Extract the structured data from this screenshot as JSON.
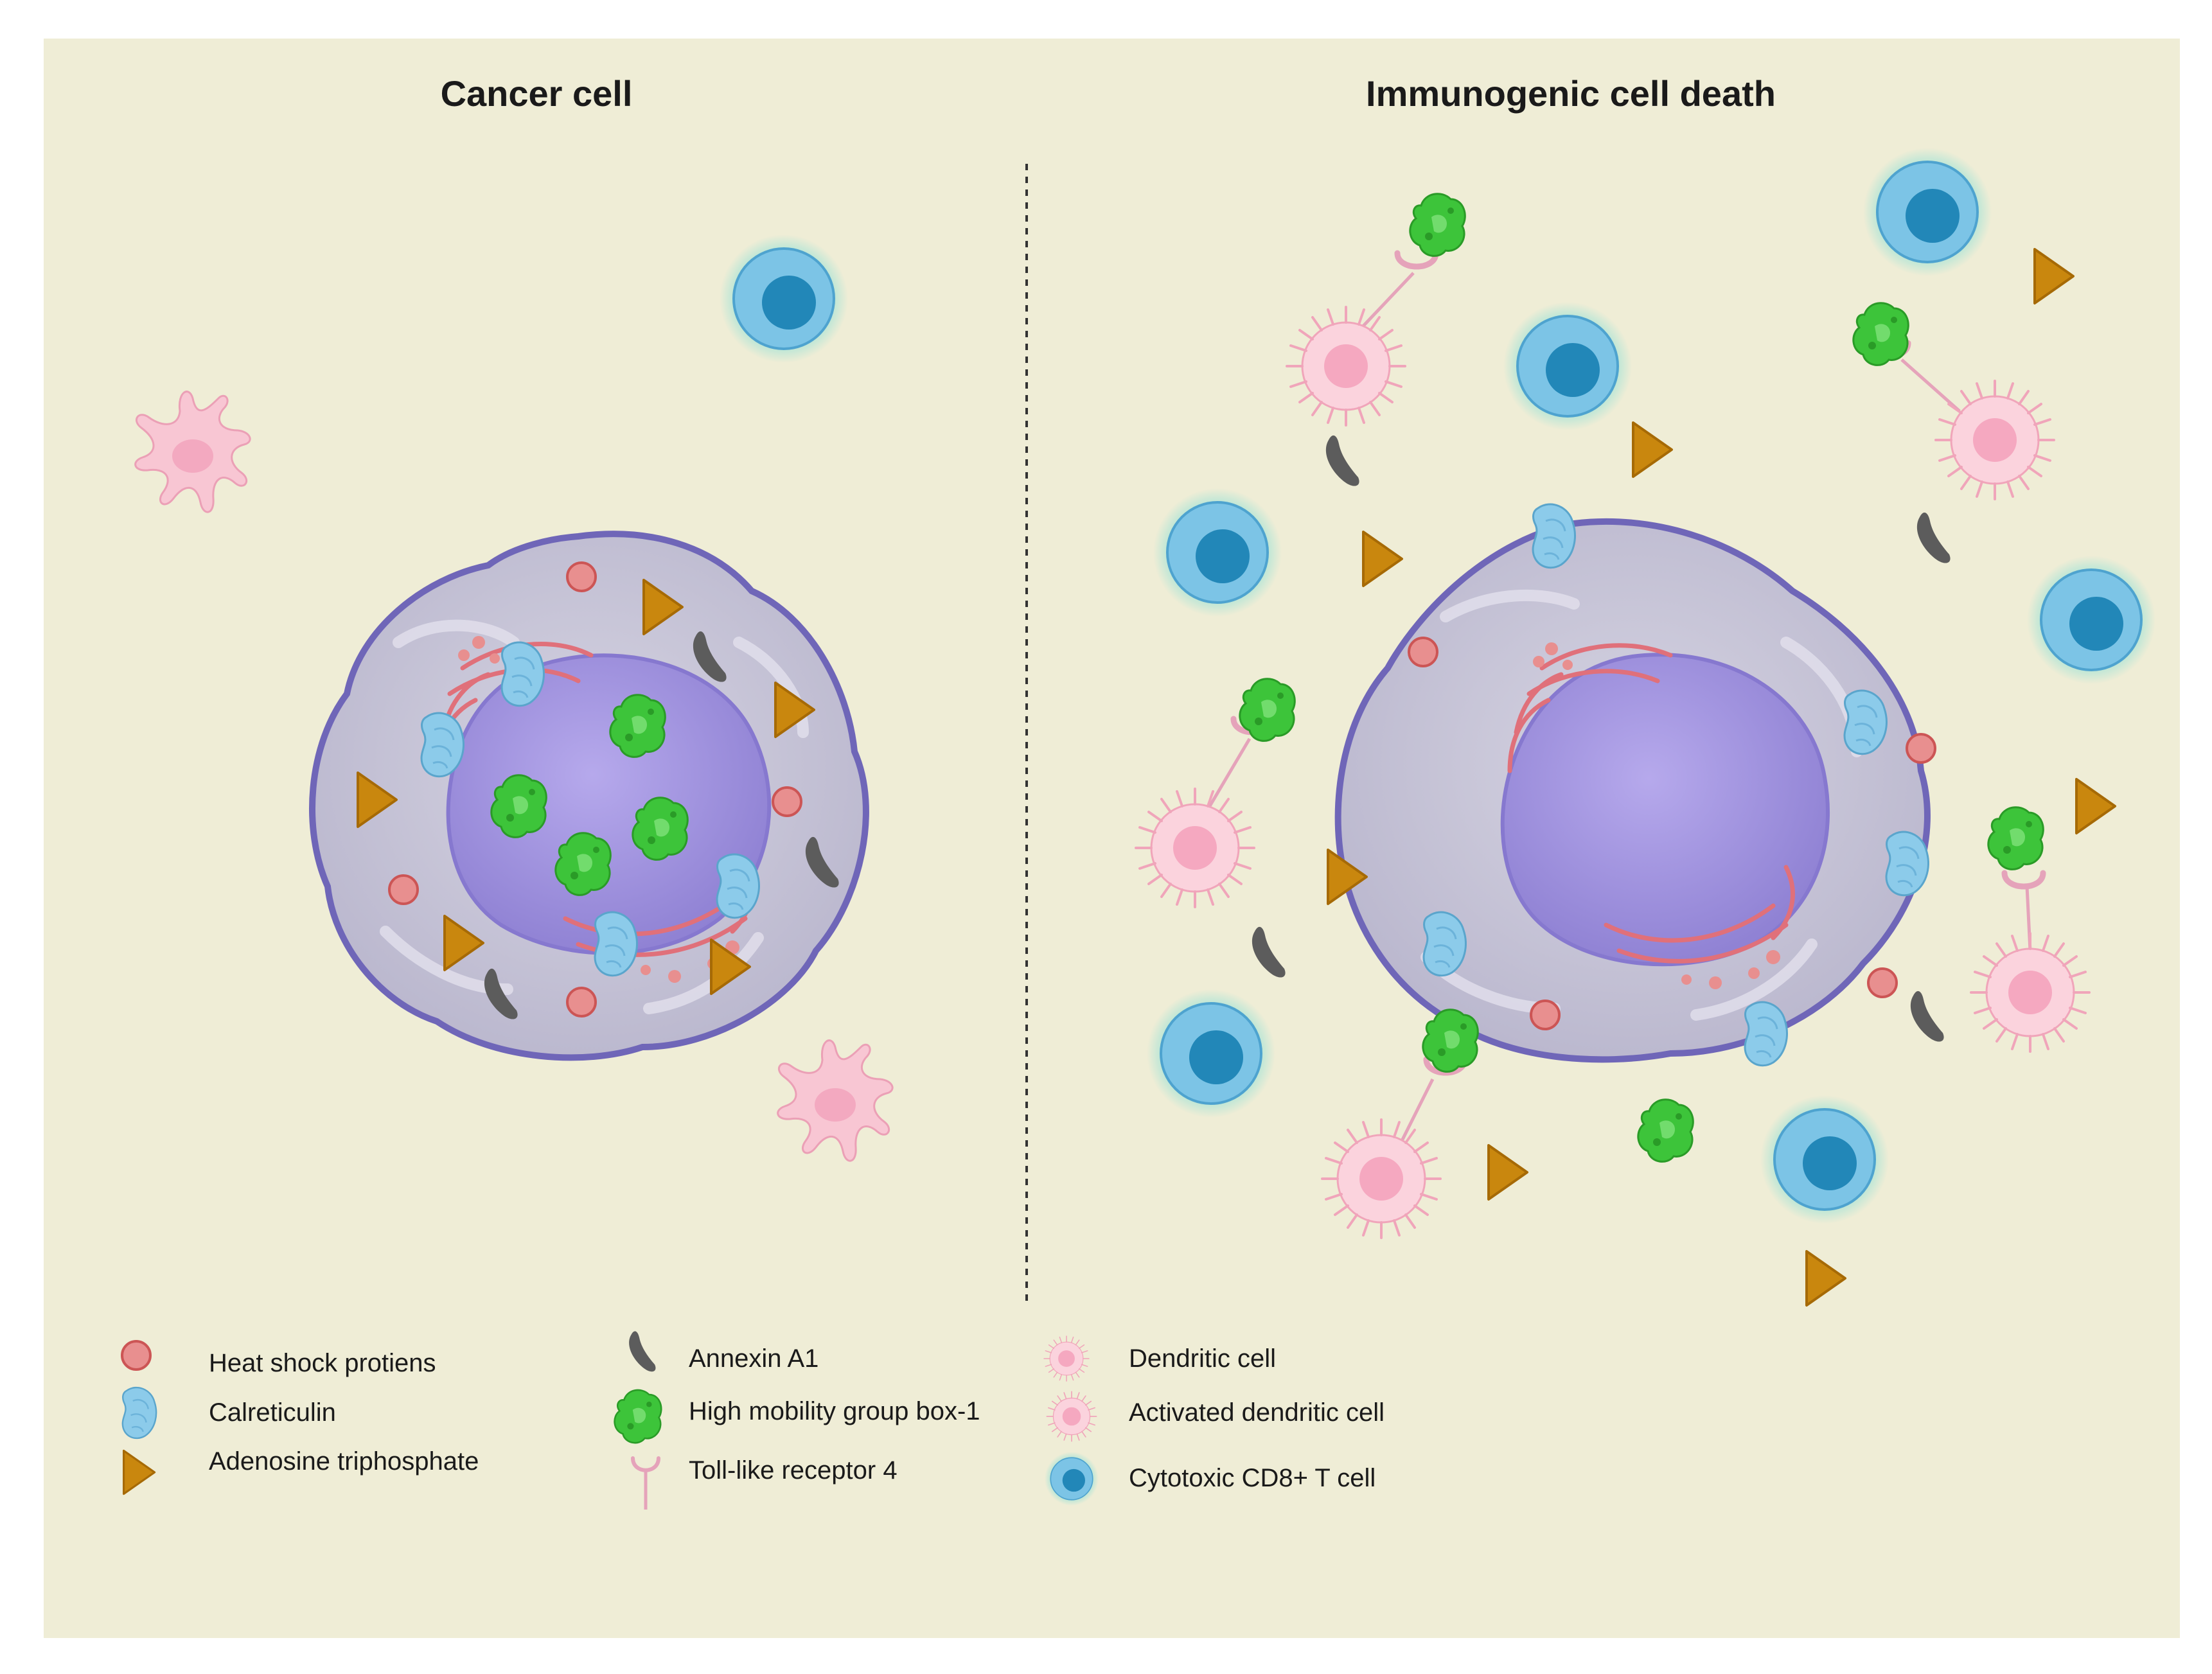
{
  "panels": {
    "left_title": "Cancer cell",
    "right_title": "Immunogenic cell death"
  },
  "legend": {
    "heat_shock": "Heat shock protiens",
    "calreticulin": "Calreticulin",
    "atp": "Adenosine triphosphate",
    "annexin": "Annexin A1",
    "hmgb1": "High mobility group box-1",
    "tlr4": "Toll-like receptor 4",
    "dendritic": "Dendritic cell",
    "activated_dendritic": "Activated dendritic cell",
    "tcell": "Cytotoxic CD8+ T cell"
  },
  "colors": {
    "background": "#efedd6",
    "cell_membrane": "#7a70c0",
    "cytoplasm": "#c8c6d8",
    "nucleus": "#9f91dc",
    "heat_shock": "#e88f8f",
    "calreticulin": "#8ccbea",
    "atp": "#c9870e",
    "annexin": "#5c5c5c",
    "hmgb1": "#3dc43a",
    "dendritic": "#f8c6d3",
    "tcell_outer": "#7cc4e6",
    "tcell_inner": "#2287b8",
    "er": "#e0707a"
  }
}
